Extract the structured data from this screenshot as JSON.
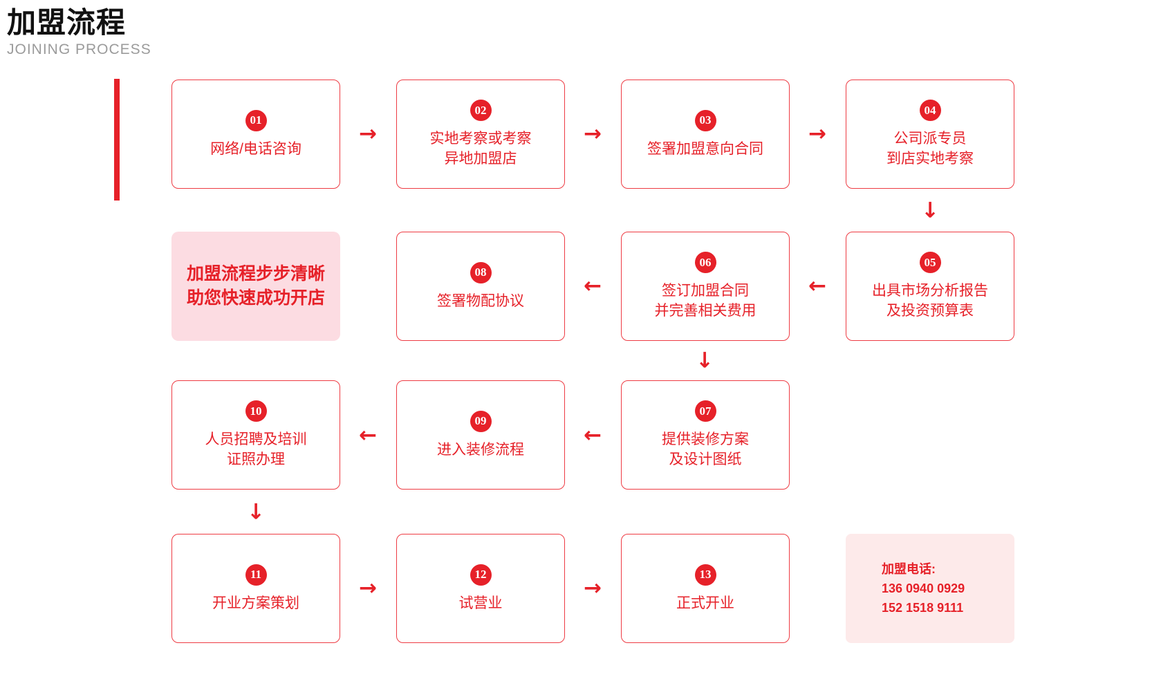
{
  "header": {
    "title": "加盟流程",
    "subtitle": "JOINING PROCESS"
  },
  "steps": [
    {
      "num": "01",
      "lines": [
        "网络/电话咨询"
      ]
    },
    {
      "num": "02",
      "lines": [
        "实地考察或考察",
        "异地加盟店"
      ]
    },
    {
      "num": "03",
      "lines": [
        "签署加盟意向合同"
      ]
    },
    {
      "num": "04",
      "lines": [
        "公司派专员",
        "到店实地考察"
      ]
    },
    {
      "num": "05",
      "lines": [
        "出具市场分析报告",
        "及投资预算表"
      ]
    },
    {
      "num": "06",
      "lines": [
        "签订加盟合同",
        "并完善相关费用"
      ]
    },
    {
      "num": "07",
      "lines": [
        "提供装修方案",
        "及设计图纸"
      ]
    },
    {
      "num": "08",
      "lines": [
        "签署物配协议"
      ]
    },
    {
      "num": "09",
      "lines": [
        "进入装修流程"
      ]
    },
    {
      "num": "10",
      "lines": [
        "人员招聘及培训",
        "证照办理"
      ]
    },
    {
      "num": "11",
      "lines": [
        "开业方案策划"
      ]
    },
    {
      "num": "12",
      "lines": [
        "试营业"
      ]
    },
    {
      "num": "13",
      "lines": [
        "正式开业"
      ]
    }
  ],
  "message_box": {
    "line1": "加盟流程步步清晰",
    "line2": "助您快速成功开店"
  },
  "contact_box": {
    "label": "加盟电话:",
    "phone1": "136 0940 0929",
    "phone2": "152 1518 9111"
  },
  "icons": {
    "arrow_right": "→",
    "arrow_left": "←",
    "arrow_down": "↓"
  },
  "colors": {
    "red": "#e62129",
    "border_red": "#ee3b43",
    "pink": "#fcdce2",
    "light_pink": "#fdeaea",
    "title": "#111111",
    "subtitle": "#9b9b9b"
  }
}
